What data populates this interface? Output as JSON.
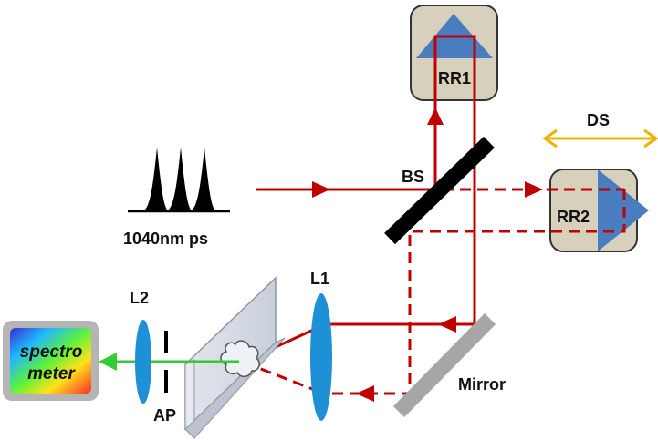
{
  "labels": {
    "rr1": "RR1",
    "rr2": "RR2",
    "ds": "DS",
    "bs": "BS",
    "source": "1040nm ps",
    "l1": "L1",
    "l2": "L2",
    "ap": "AP",
    "mirror": "Mirror",
    "spectrometer_line1": "spectro",
    "spectrometer_line2": "meter"
  },
  "colors": {
    "beam": "#c00000",
    "output_beam": "#33cc33",
    "lens": "#1e90d6",
    "retroreflector_box": "#d6d0bd",
    "prism": "#4a7cc0",
    "translation_arrow": "#f0b000",
    "mirror": "#a6a6a6",
    "beamsplitter": "#000000"
  },
  "icons": {
    "pulses": "pulse-train-icon",
    "sample": "sample-cloud-icon",
    "spectrometer": "rainbow-spectrometer-icon"
  }
}
